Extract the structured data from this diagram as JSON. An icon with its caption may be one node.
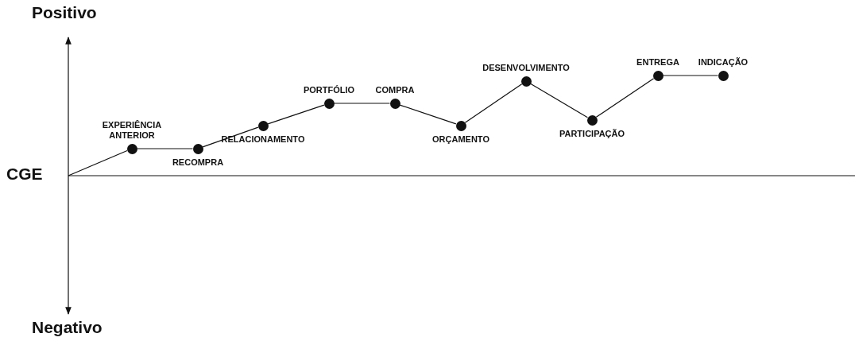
{
  "diagram": {
    "nodes": [
      {
        "text": [],
        "shape": "circle",
        "beside": [
          "EXPERIÊNCIA ANTERIOR"
        ]
      },
      {
        "text": [],
        "shape": "circle",
        "beside": [
          "RECOMPRA"
        ]
      },
      {
        "text": [],
        "shape": "circle",
        "beside": [
          "RELACIONAMENTO"
        ]
      },
      {
        "text": [],
        "shape": "circle",
        "beside": [
          "PORTFÓLIO"
        ]
      },
      {
        "text": [],
        "shape": "circle",
        "beside": [
          "COMPRA"
        ]
      },
      {
        "text": [],
        "shape": "circle",
        "beside": [
          "ORÇAMENTO"
        ]
      },
      {
        "text": [],
        "shape": "circle",
        "beside": [
          "DESENVOLVIMENTO"
        ]
      },
      {
        "text": [],
        "shape": "circle",
        "beside": [
          "PARTICIPAÇÃO"
        ]
      },
      {
        "text": [],
        "shape": "circle",
        "beside": [
          "ENTREGA"
        ]
      },
      {
        "text": [],
        "shape": "circle",
        "beside": [
          "INDICAÇÃO"
        ]
      }
    ],
    "edges": [
      {
        "from": null,
        "to": 0,
        "arrow": "none"
      },
      {
        "from": 0,
        "to": 1,
        "arrow": "none"
      },
      {
        "from": 1,
        "to": 2,
        "arrow": "none"
      },
      {
        "from": 2,
        "to": 3,
        "arrow": "none"
      },
      {
        "from": 3,
        "to": 4,
        "arrow": "none"
      },
      {
        "from": 4,
        "to": 5,
        "arrow": "none"
      },
      {
        "from": 5,
        "to": 6,
        "arrow": "none"
      },
      {
        "from": 6,
        "to": 7,
        "arrow": "none"
      },
      {
        "from": 7,
        "to": 8,
        "arrow": "none"
      },
      {
        "from": 8,
        "to": 9,
        "arrow": "none"
      }
    ],
    "labels": [
      "Positivo",
      "CGE",
      "Negativo"
    ]
  }
}
